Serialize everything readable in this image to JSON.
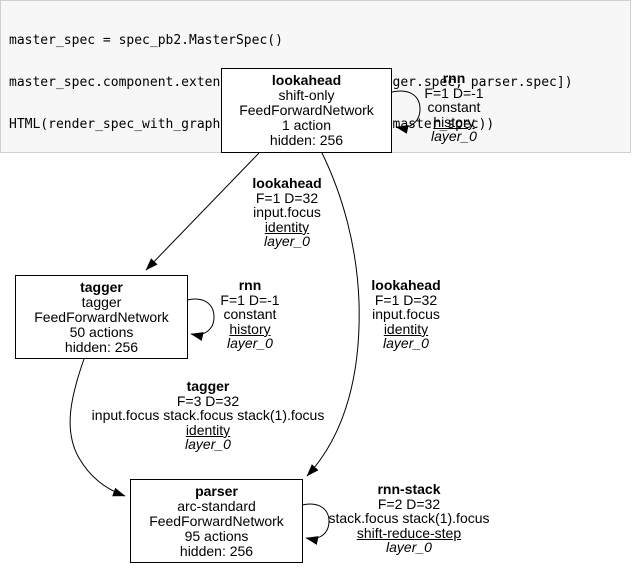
{
  "code_cell": {
    "line1": "master_spec = spec_pb2.MasterSpec()",
    "line2": "master_spec.component.extend([lookahead.spec, tagger.spec, parser.spec])",
    "line3": "HTML(render_spec_with_graphviz.master_spec_graph(master_spec))"
  },
  "graph": {
    "nodes": {
      "lookahead": {
        "title": "lookahead",
        "l1": "shift-only",
        "l2": "FeedForwardNetwork",
        "l3": "1 action",
        "l4": "hidden: 256"
      },
      "tagger": {
        "title": "tagger",
        "l1": "tagger",
        "l2": "FeedForwardNetwork",
        "l3": "50 actions",
        "l4": "hidden: 256"
      },
      "parser": {
        "title": "parser",
        "l1": "arc-standard",
        "l2": "FeedForwardNetwork",
        "l3": "95 actions",
        "l4": "hidden: 256"
      }
    },
    "labels": {
      "rnn_lookahead": {
        "title": "rnn",
        "params": "F=1 D=-1",
        "features": "constant",
        "source": "history",
        "layer": "layer_0"
      },
      "lookahead_tagger": {
        "title": "lookahead",
        "params": "F=1 D=32",
        "features": "input.focus",
        "source": "identity",
        "layer": "layer_0"
      },
      "rnn_tagger": {
        "title": "rnn",
        "params": "F=1 D=-1",
        "features": "constant",
        "source": "history",
        "layer": "layer_0"
      },
      "lookahead_parser": {
        "title": "lookahead",
        "params": "F=1 D=32",
        "features": "input.focus",
        "source": "identity",
        "layer": "layer_0"
      },
      "tagger_parser": {
        "title": "tagger",
        "params": "F=3 D=32",
        "features": "input.focus stack.focus stack(1).focus",
        "source": "identity",
        "layer": "layer_0"
      },
      "rnn_stack_parser": {
        "title": "rnn-stack",
        "params": "F=2 D=32",
        "features": "stack.focus stack(1).focus",
        "source": "shift-reduce-step",
        "layer": "layer_0"
      }
    },
    "colors": {
      "stroke": "#000000",
      "node_fill": "#ffffff",
      "code_bg": "#f7f7f7",
      "code_border": "#cfcfcf"
    }
  }
}
